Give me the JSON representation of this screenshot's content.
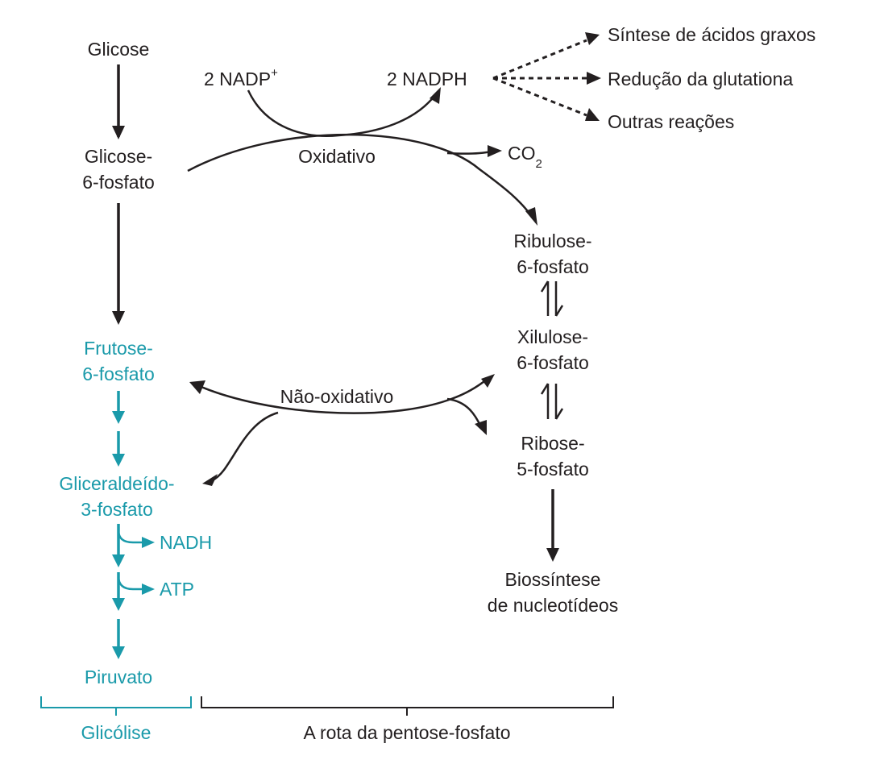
{
  "colors": {
    "glycolysis": "#1a9aaa",
    "pentose": "#231f20"
  },
  "nodes": {
    "glicose": "Glicose",
    "g6p_line1": "Glicose-",
    "g6p_line2": "6-fosfato",
    "f6p_line1": "Frutose-",
    "f6p_line2": "6-fosfato",
    "gap_line1": "Gliceraldeído-",
    "gap_line2": "3-fosfato",
    "nadh": "NADH",
    "atp": "ATP",
    "piruvato": "Piruvato",
    "nadp_base": "2 NADP",
    "nadp_sup": "+",
    "nadph": "2 NADPH",
    "co2_base": "CO",
    "co2_sub": "2",
    "ru5p_line1": "Ribulose-",
    "ru5p_line2": "6-fosfato",
    "xu5p_line1": "Xilulose-",
    "xu5p_line2": "6-fosfato",
    "r5p_line1": "Ribose-",
    "r5p_line2": "5-fosfato",
    "biosynth_line1": "Biossíntese",
    "biosynth_line2": "de nucleotídeos"
  },
  "phases": {
    "oxidative": "Oxidativo",
    "nonoxidative": "Não-oxidativo"
  },
  "nadph_uses": [
    "Síntese de ácidos graxos",
    "Redução da glutationa",
    "Outras reações"
  ],
  "brackets": {
    "glycolysis": "Glicólise",
    "pentose": "A rota da pentose-fosfato"
  }
}
